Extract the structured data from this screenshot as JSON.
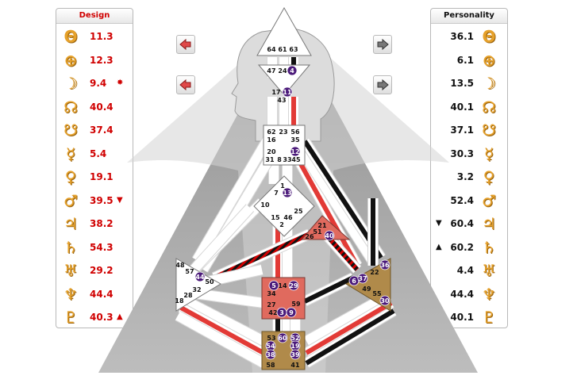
{
  "design": {
    "title": "Design",
    "rows": [
      {
        "glyph": "Θ",
        "icon": "sun-icon",
        "value": "11.3",
        "mark": ""
      },
      {
        "glyph": "⊕",
        "icon": "earth-icon",
        "value": "12.3",
        "mark": ""
      },
      {
        "glyph": "☽",
        "icon": "moon-icon",
        "value": "9.4",
        "mark": "✸"
      },
      {
        "glyph": "☊",
        "icon": "north-node-icon",
        "value": "40.4",
        "mark": ""
      },
      {
        "glyph": "☋",
        "icon": "south-node-icon",
        "value": "37.4",
        "mark": ""
      },
      {
        "glyph": "☿",
        "icon": "mercury-icon",
        "value": "5.4",
        "mark": ""
      },
      {
        "glyph": "♀",
        "icon": "venus-icon",
        "value": "19.1",
        "mark": ""
      },
      {
        "glyph": "♂",
        "icon": "mars-icon",
        "value": "39.5",
        "mark": "▼"
      },
      {
        "glyph": "♃",
        "icon": "jupiter-icon",
        "value": "38.2",
        "mark": ""
      },
      {
        "glyph": "♄",
        "icon": "saturn-icon",
        "value": "54.3",
        "mark": ""
      },
      {
        "glyph": "♅",
        "icon": "uranus-icon",
        "value": "29.2",
        "mark": ""
      },
      {
        "glyph": "♆",
        "icon": "neptune-icon",
        "value": "44.4",
        "mark": ""
      },
      {
        "glyph": "♇",
        "icon": "pluto-icon",
        "value": "40.3",
        "mark": "▲"
      }
    ]
  },
  "personality": {
    "title": "Personality",
    "rows": [
      {
        "glyph": "Θ",
        "icon": "sun-icon",
        "value": "36.1",
        "mark": ""
      },
      {
        "glyph": "⊕",
        "icon": "earth-icon",
        "value": "6.1",
        "mark": ""
      },
      {
        "glyph": "☽",
        "icon": "moon-icon",
        "value": "13.5",
        "mark": ""
      },
      {
        "glyph": "☊",
        "icon": "north-node-icon",
        "value": "40.1",
        "mark": ""
      },
      {
        "glyph": "☋",
        "icon": "south-node-icon",
        "value": "37.1",
        "mark": ""
      },
      {
        "glyph": "☿",
        "icon": "mercury-icon",
        "value": "30.3",
        "mark": ""
      },
      {
        "glyph": "♀",
        "icon": "venus-icon",
        "value": "3.2",
        "mark": ""
      },
      {
        "glyph": "♂",
        "icon": "mars-icon",
        "value": "52.4",
        "mark": ""
      },
      {
        "glyph": "♃",
        "icon": "jupiter-icon",
        "value": "60.4",
        "mark": "▼"
      },
      {
        "glyph": "♄",
        "icon": "saturn-icon",
        "value": "60.2",
        "mark": "▲"
      },
      {
        "glyph": "♅",
        "icon": "uranus-icon",
        "value": "4.4",
        "mark": ""
      },
      {
        "glyph": "♆",
        "icon": "neptune-icon",
        "value": "44.4",
        "mark": ""
      },
      {
        "glyph": "♇",
        "icon": "pluto-icon",
        "value": "40.1",
        "mark": ""
      }
    ]
  },
  "nav": {
    "design_prev": "arrow-left-icon",
    "design_next": "arrow-left-icon",
    "personality_prev": "arrow-right-icon",
    "personality_next": "arrow-right-icon"
  },
  "colors": {
    "design_red": "#d00000",
    "defined_red": "#e23a36",
    "channel_black": "#111111",
    "center_brown": "#b08a4a",
    "active_gate": "#4b1a7a"
  },
  "gates": {
    "head": [
      "64",
      "61",
      "63"
    ],
    "ajna": [
      "47",
      "24",
      "4",
      "17",
      "11",
      "43"
    ],
    "throat": [
      "62",
      "23",
      "56",
      "16",
      "35",
      "20",
      "12",
      "31",
      "8",
      "33",
      "45"
    ],
    "g": [
      "1",
      "7",
      "13",
      "10",
      "15",
      "2",
      "46",
      "25"
    ],
    "ego": [
      "21",
      "51",
      "26",
      "40"
    ],
    "spleen": [
      "48",
      "57",
      "44",
      "50",
      "32",
      "28",
      "18"
    ],
    "sacral": [
      "5",
      "14",
      "29",
      "34",
      "27",
      "59",
      "42",
      "3",
      "9"
    ],
    "solar": [
      "36",
      "22",
      "6",
      "37",
      "49",
      "55",
      "30"
    ],
    "root": [
      "53",
      "60",
      "52",
      "54",
      "19",
      "38",
      "39",
      "58",
      "41"
    ],
    "active": [
      "4",
      "11",
      "12",
      "13",
      "40",
      "44",
      "5",
      "29",
      "3",
      "9",
      "60",
      "52",
      "54",
      "19",
      "38",
      "39",
      "36",
      "6",
      "37",
      "30"
    ]
  }
}
